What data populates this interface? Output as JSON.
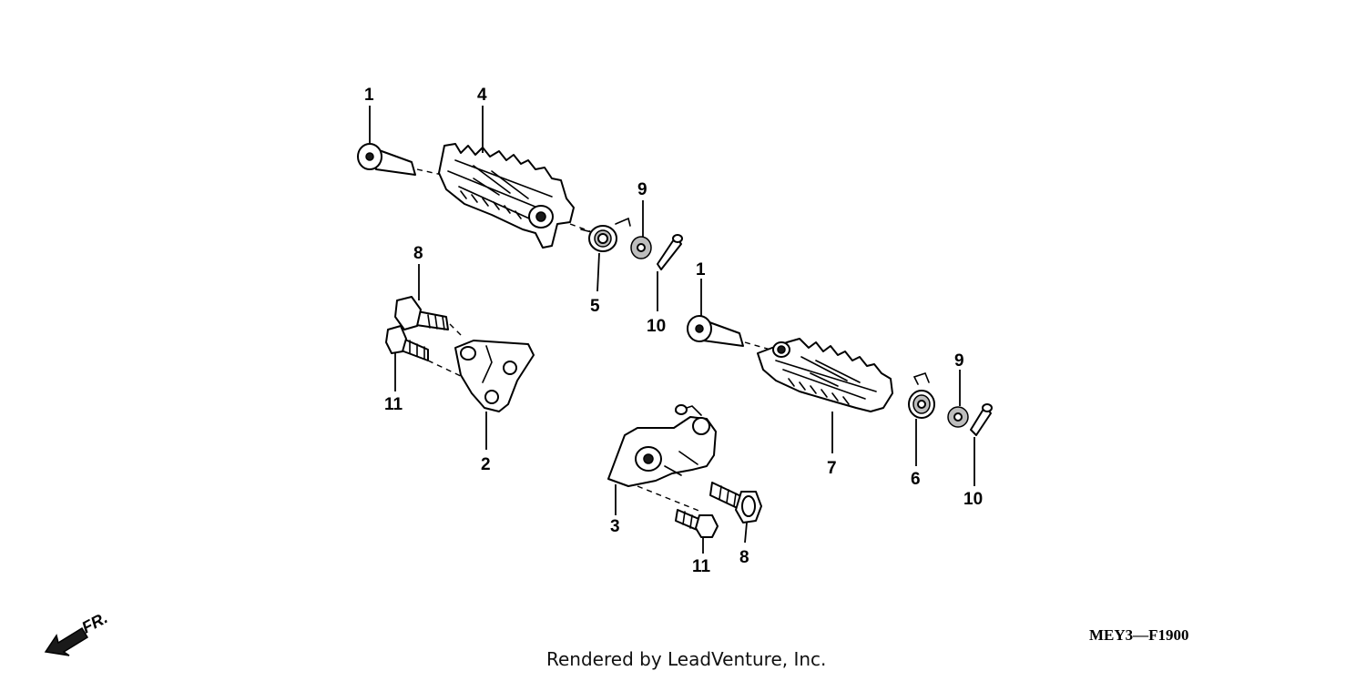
{
  "diagram": {
    "callouts": [
      {
        "id": "c1a",
        "label": "1"
      },
      {
        "id": "c4",
        "label": "4"
      },
      {
        "id": "c9a",
        "label": "9"
      },
      {
        "id": "c8a",
        "label": "8"
      },
      {
        "id": "c5",
        "label": "5"
      },
      {
        "id": "c10a",
        "label": "10"
      },
      {
        "id": "c1b",
        "label": "1"
      },
      {
        "id": "c11a",
        "label": "11"
      },
      {
        "id": "c2",
        "label": "2"
      },
      {
        "id": "c9b",
        "label": "9"
      },
      {
        "id": "c7",
        "label": "7"
      },
      {
        "id": "c6",
        "label": "6"
      },
      {
        "id": "c10b",
        "label": "10"
      },
      {
        "id": "c3",
        "label": "3"
      },
      {
        "id": "c11b",
        "label": "11"
      },
      {
        "id": "c8b",
        "label": "8"
      }
    ],
    "direction_label": "FR.",
    "diagram_code": "MEY3—F1900",
    "credit": "Rendered by LeadVenture, Inc."
  },
  "colors": {
    "line": "#000000",
    "background": "#ffffff"
  }
}
